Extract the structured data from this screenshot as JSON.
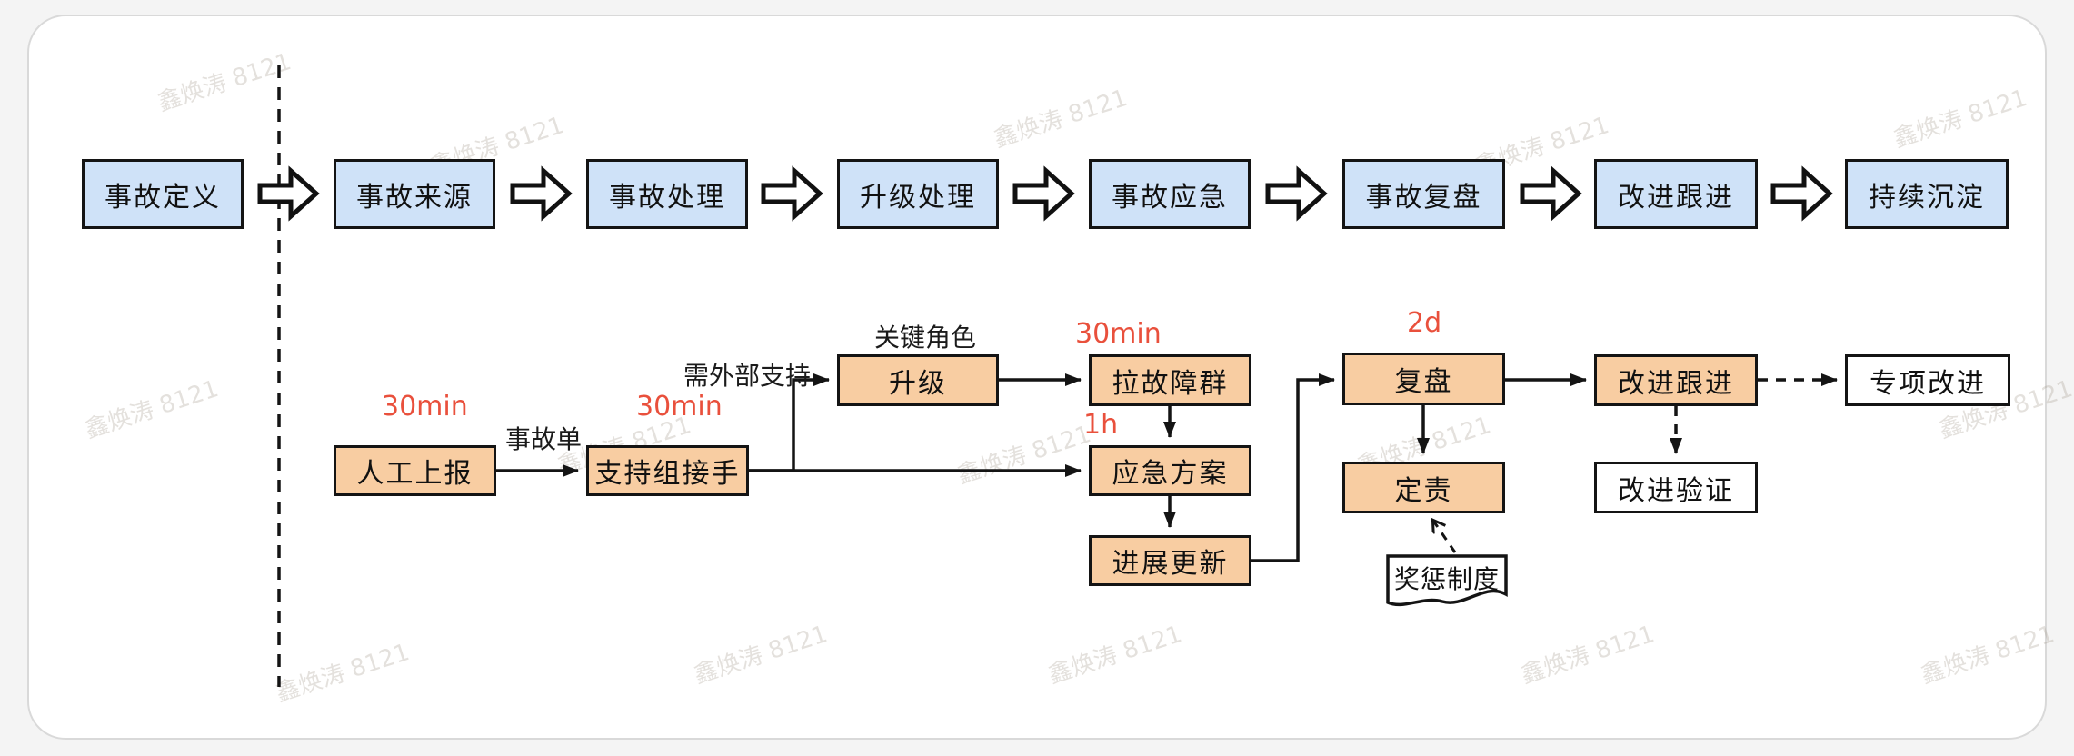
{
  "colors": {
    "blue_fill": "#cfe2f8",
    "orange_fill": "#f8cda2",
    "white_fill": "#ffffff",
    "line": "#141414",
    "red_label": "#e9503c"
  },
  "watermark": {
    "text": "鑫焕涛 8121"
  },
  "top_flow": {
    "steps": [
      "事故定义",
      "事故来源",
      "事故处理",
      "升级处理",
      "事故应急",
      "事故复盘",
      "改进跟进",
      "持续沉淀"
    ]
  },
  "detail": {
    "nodes": {
      "manual_report": "人工上报",
      "support_takeover": "支持组接手",
      "escalate": "升级",
      "incident_group": "拉故障群",
      "emergency_plan": "应急方案",
      "progress_update": "进展更新",
      "review": "复盘",
      "accountability": "定责",
      "reward_policy": "奖惩制度",
      "improve_follow": "改进跟进",
      "special_improve": "专项改进",
      "improve_verify": "改进验证"
    },
    "labels": {
      "t_manual": "30min",
      "t_support": "30min",
      "t_group": "30min",
      "t_plan": "1h",
      "t_review": "2d",
      "incident_ticket": "事故单",
      "need_external": "需外部支持",
      "key_role": "关键角色"
    }
  }
}
